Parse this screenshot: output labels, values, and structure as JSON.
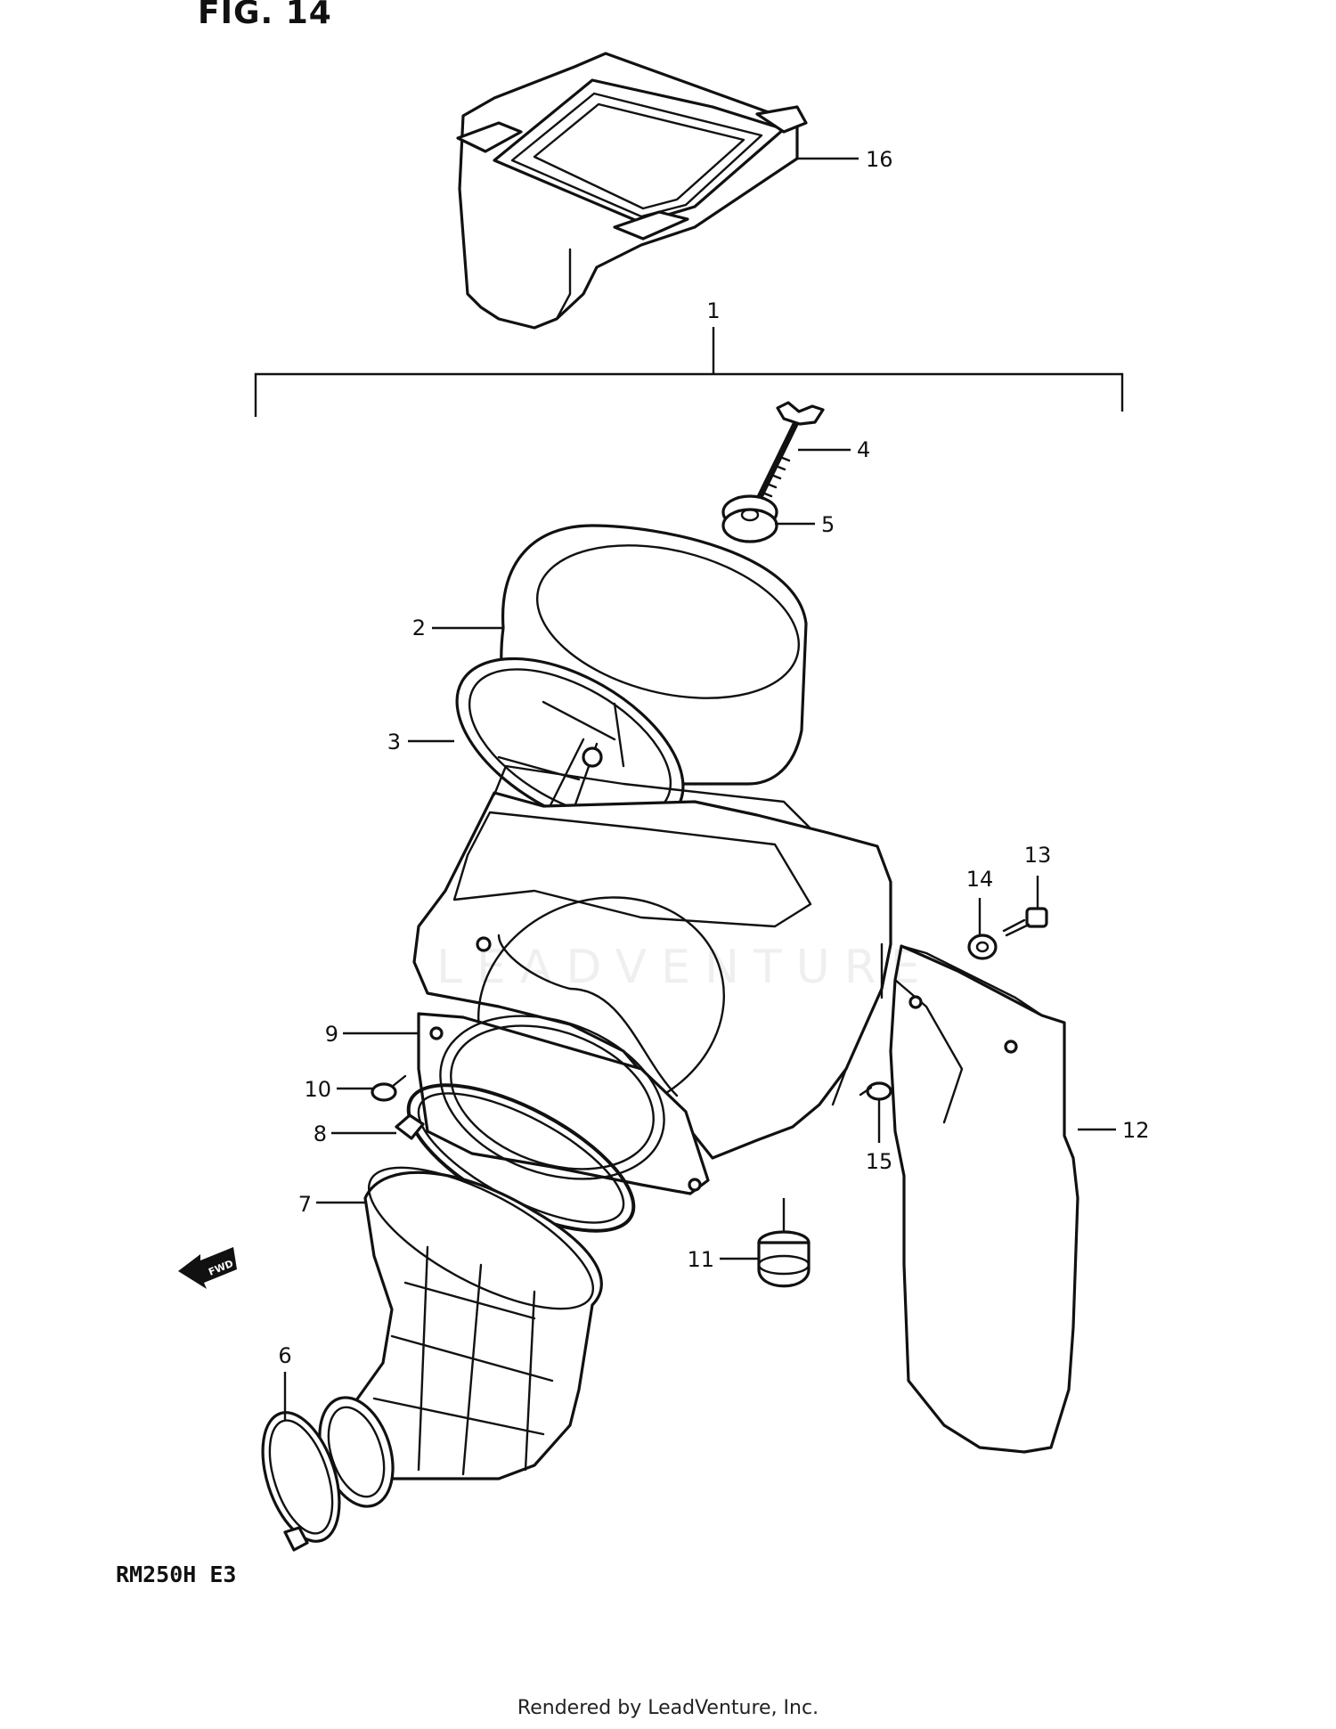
{
  "figure": {
    "title": "FIG. 14",
    "model": "RM250H E3",
    "watermark": "LEADVENTURE",
    "footer": "Rendered by LeadVenture, Inc.",
    "fwd_label": "FWD"
  },
  "callouts": [
    {
      "id": "1",
      "part": "air-cleaner-assembly-bracket"
    },
    {
      "id": "2",
      "part": "air-filter-element"
    },
    {
      "id": "3",
      "part": "element-cage"
    },
    {
      "id": "4",
      "part": "wing-bolt"
    },
    {
      "id": "5",
      "part": "washer"
    },
    {
      "id": "6",
      "part": "hose-clamp"
    },
    {
      "id": "7",
      "part": "intake-outlet-tube"
    },
    {
      "id": "8",
      "part": "tube-clamp"
    },
    {
      "id": "9",
      "part": "gasket-plate"
    },
    {
      "id": "10",
      "part": "screw"
    },
    {
      "id": "11",
      "part": "drain-cap"
    },
    {
      "id": "12",
      "part": "intake-duct"
    },
    {
      "id": "13",
      "part": "bolt"
    },
    {
      "id": "14",
      "part": "nut"
    },
    {
      "id": "15",
      "part": "screw"
    },
    {
      "id": "16",
      "part": "air-cleaner-cover"
    }
  ]
}
